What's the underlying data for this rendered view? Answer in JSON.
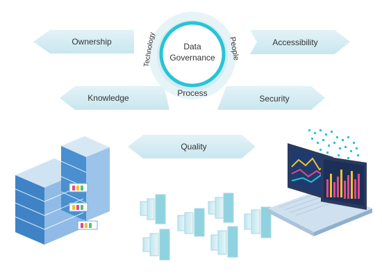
{
  "hub": {
    "line1": "Data",
    "line2": "Governance"
  },
  "ring": {
    "left": "Technology",
    "right": "People",
    "bottom": "Process"
  },
  "arrows": {
    "ownership": "Ownership",
    "accessibility": "Accessibility",
    "knowledge": "Knowledge",
    "security": "Security",
    "quality": "Quality"
  },
  "colors": {
    "accent": "#27c4d6",
    "banner": "#d7eef3",
    "banner_dark": "#b6dbe5",
    "ring": "#e9f5f8"
  },
  "icons": [
    "server-rack-icon",
    "laptop-analytics-icon",
    "bar-blocks-icon"
  ]
}
